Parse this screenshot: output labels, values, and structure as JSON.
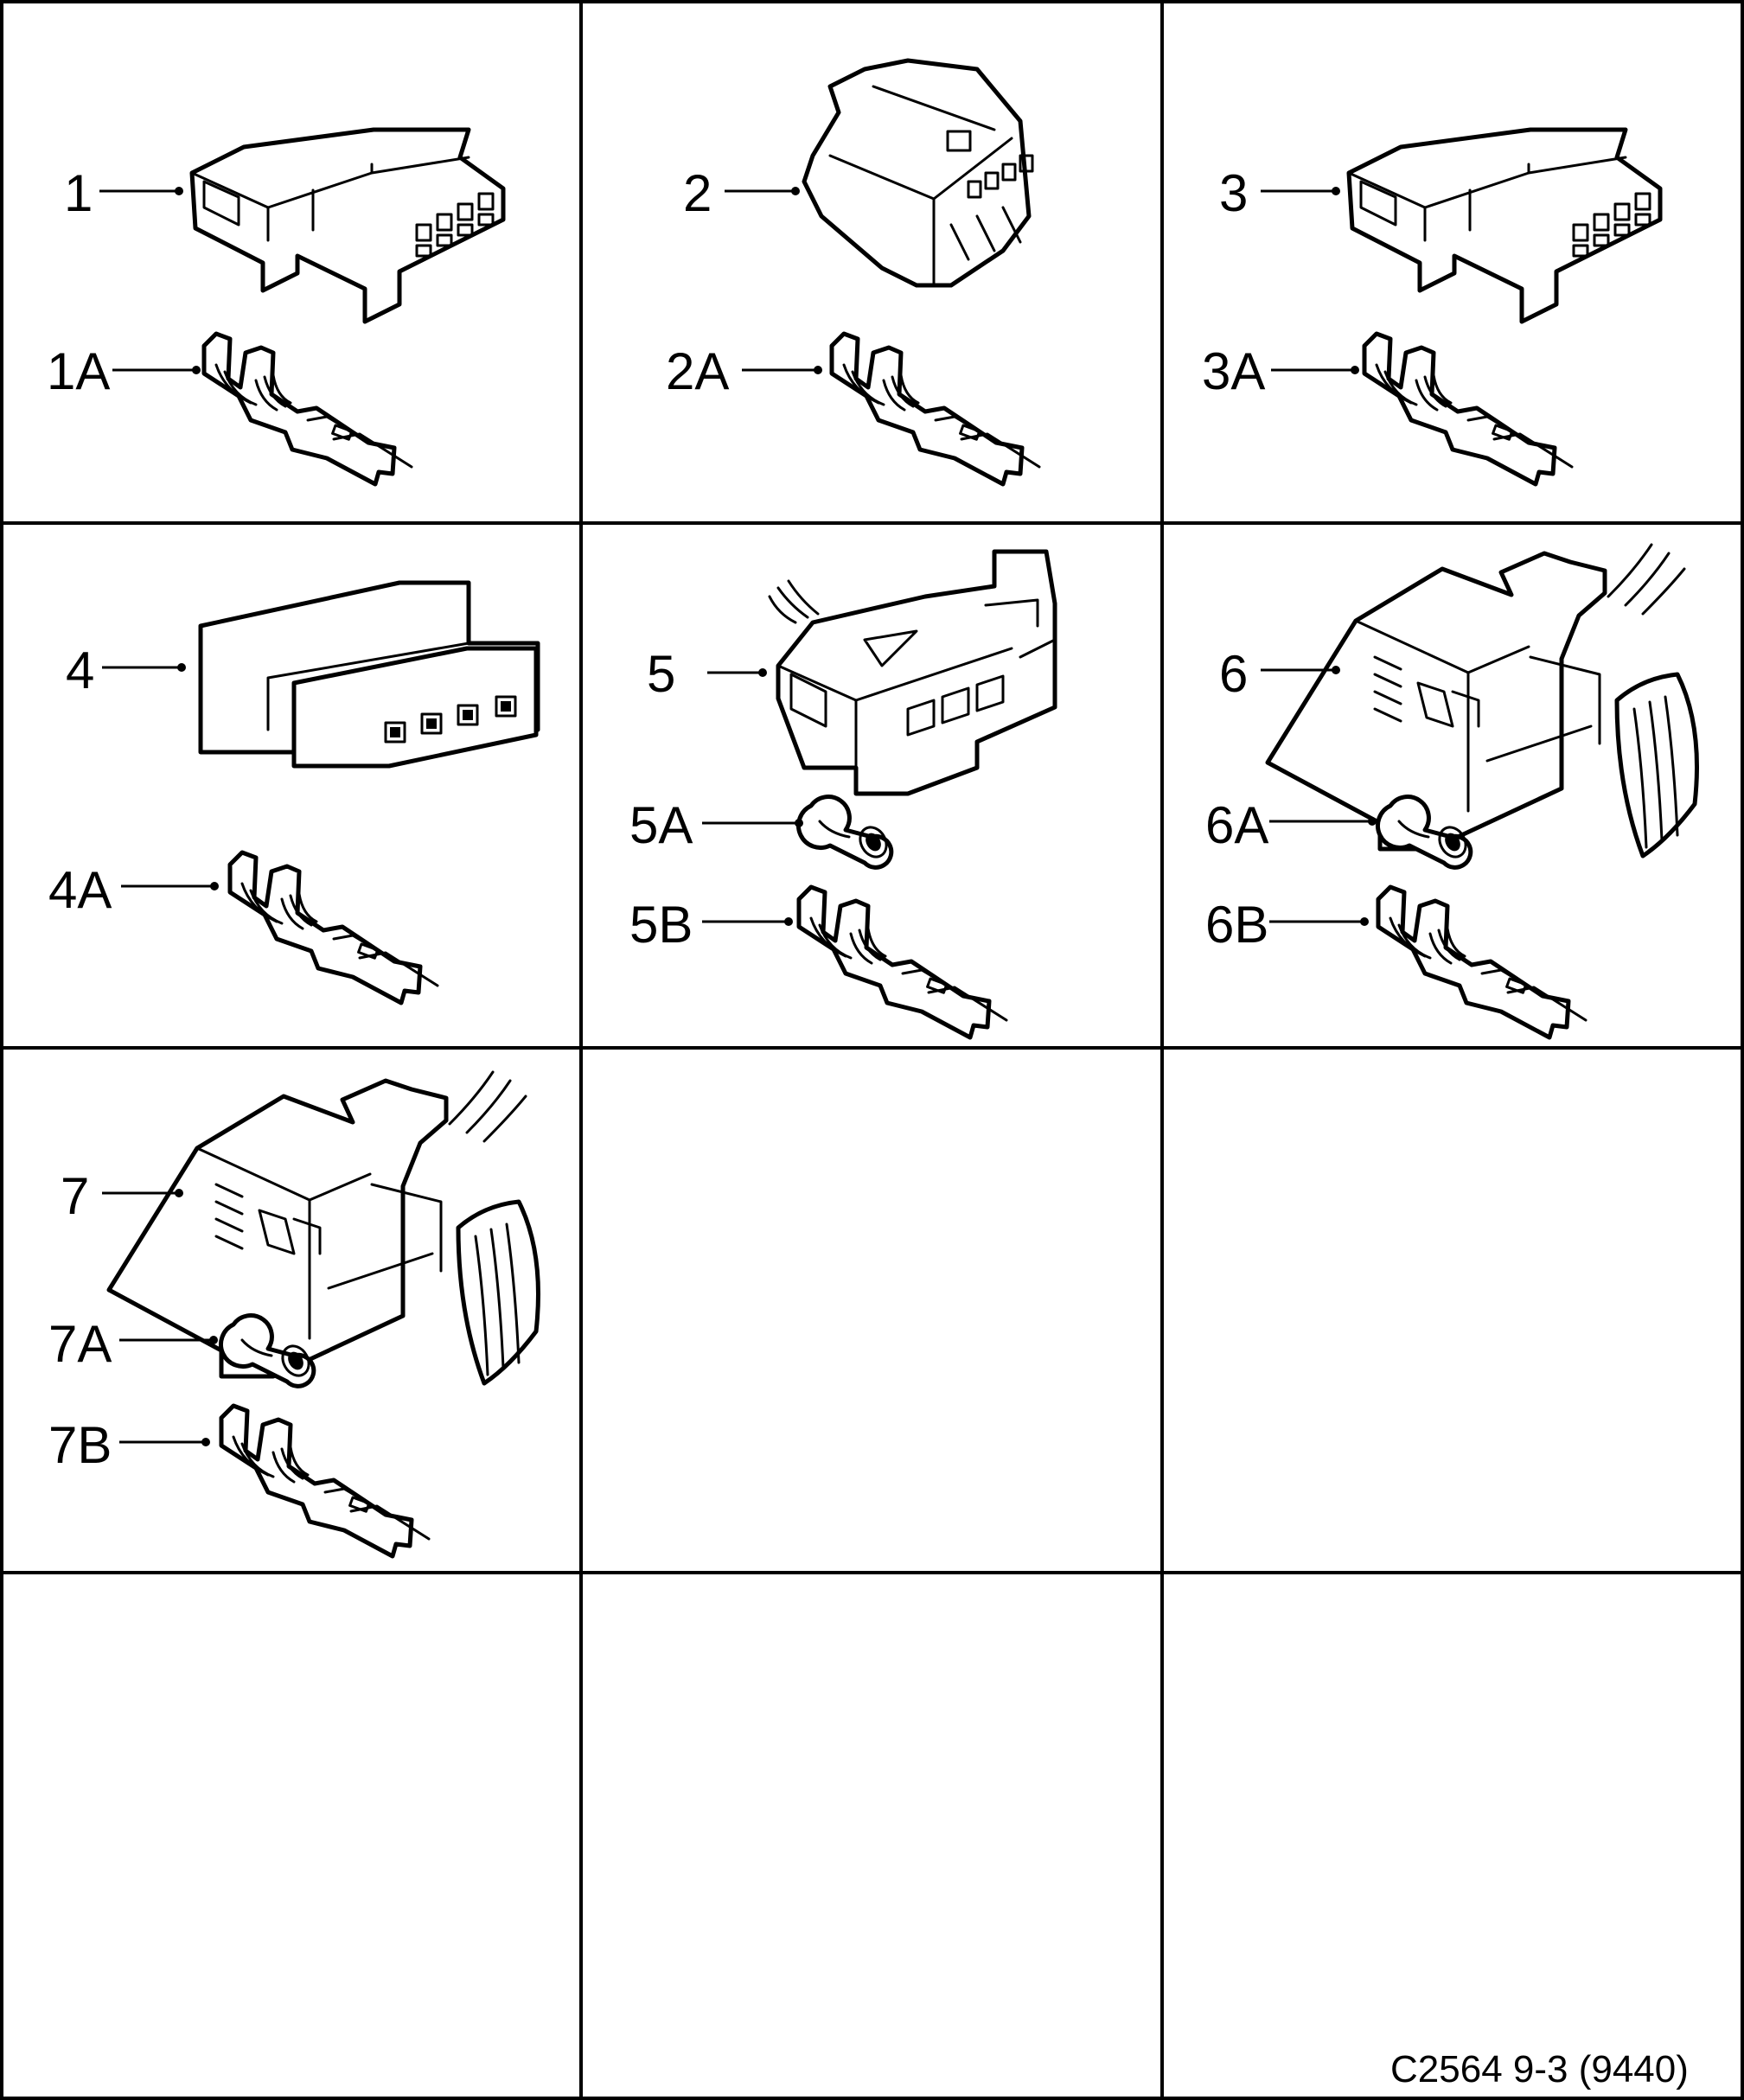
{
  "grid": {
    "cells": [
      {
        "id": 1,
        "labels": [
          "1",
          "1A"
        ]
      },
      {
        "id": 2,
        "labels": [
          "2",
          "2A"
        ]
      },
      {
        "id": 3,
        "labels": [
          "3",
          "3A"
        ]
      },
      {
        "id": 4,
        "labels": [
          "4",
          "4A"
        ]
      },
      {
        "id": 5,
        "labels": [
          "5",
          "5A",
          "5B"
        ]
      },
      {
        "id": 6,
        "labels": [
          "6",
          "6A",
          "6B"
        ]
      },
      {
        "id": 7,
        "labels": [
          "7",
          "7A",
          "7B"
        ]
      }
    ]
  },
  "footer": {
    "code": "C2564 9-3 (9440)"
  }
}
